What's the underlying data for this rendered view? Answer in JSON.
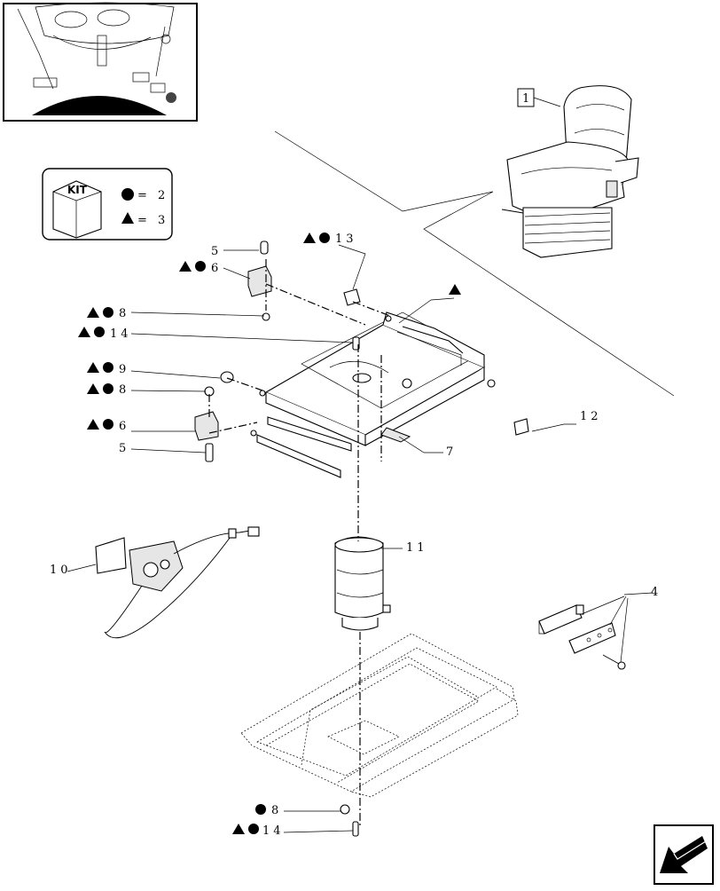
{
  "kit": {
    "label": "KIT",
    "circle_value": "= 2",
    "triangle_value": "= 3"
  },
  "callouts": {
    "c1": "1",
    "c4": "4",
    "c5a": "5",
    "c5b": "5",
    "c6a": "6",
    "c6b": "6",
    "c7": "7",
    "c8a": "8",
    "c8b": "8",
    "c8c": "8",
    "c9": "9",
    "c10": "10",
    "c11": "11",
    "c12": "12",
    "c13": "13",
    "c14a": "14",
    "c14b": "14"
  }
}
